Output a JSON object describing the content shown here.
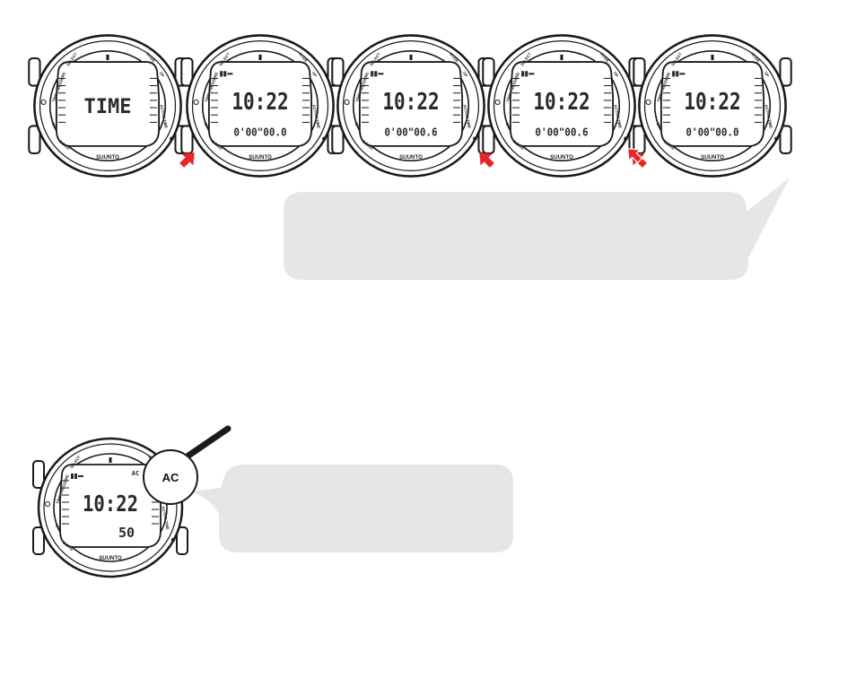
{
  "colors": {
    "arrow": "#e8262a",
    "bubble": "#e6e6e6",
    "outline": "#1a1a1a",
    "lcd": "#ffffff"
  },
  "watch": {
    "brand": "SUUNTO",
    "bezel_labels": {
      "mode": "MODE",
      "select": "SELECT",
      "time_pressure": "TIME PRESSURE",
      "on": "ON",
      "down": "DOWN",
      "up": "UP",
      "active_time": "ACTIVE TIME"
    }
  },
  "sequence": [
    {
      "main": "TIME",
      "sub": "",
      "battery_icon": false
    },
    {
      "main": "10:22",
      "sub": "0'00\"00.0",
      "battery_icon": true
    },
    {
      "main": "10:22",
      "sub": "0'00\"00.6",
      "battery_icon": true
    },
    {
      "main": "10:22",
      "sub": "0'00\"00.6",
      "battery_icon": true
    },
    {
      "main": "10:22",
      "sub": "0'00\"00.0",
      "battery_icon": true
    }
  ],
  "button_presses": [
    {
      "icon": "single-press-arrow-icon",
      "direction": "up-right"
    },
    {
      "icon": "single-press-arrow-icon",
      "direction": "up-left"
    },
    {
      "icon": "double-press-arrow-icon",
      "direction": "up-left"
    }
  ],
  "detail_watch": {
    "main": "10:22",
    "sub": "50",
    "indicator": "AC",
    "magnified_label": "AC",
    "battery_icon": true
  }
}
